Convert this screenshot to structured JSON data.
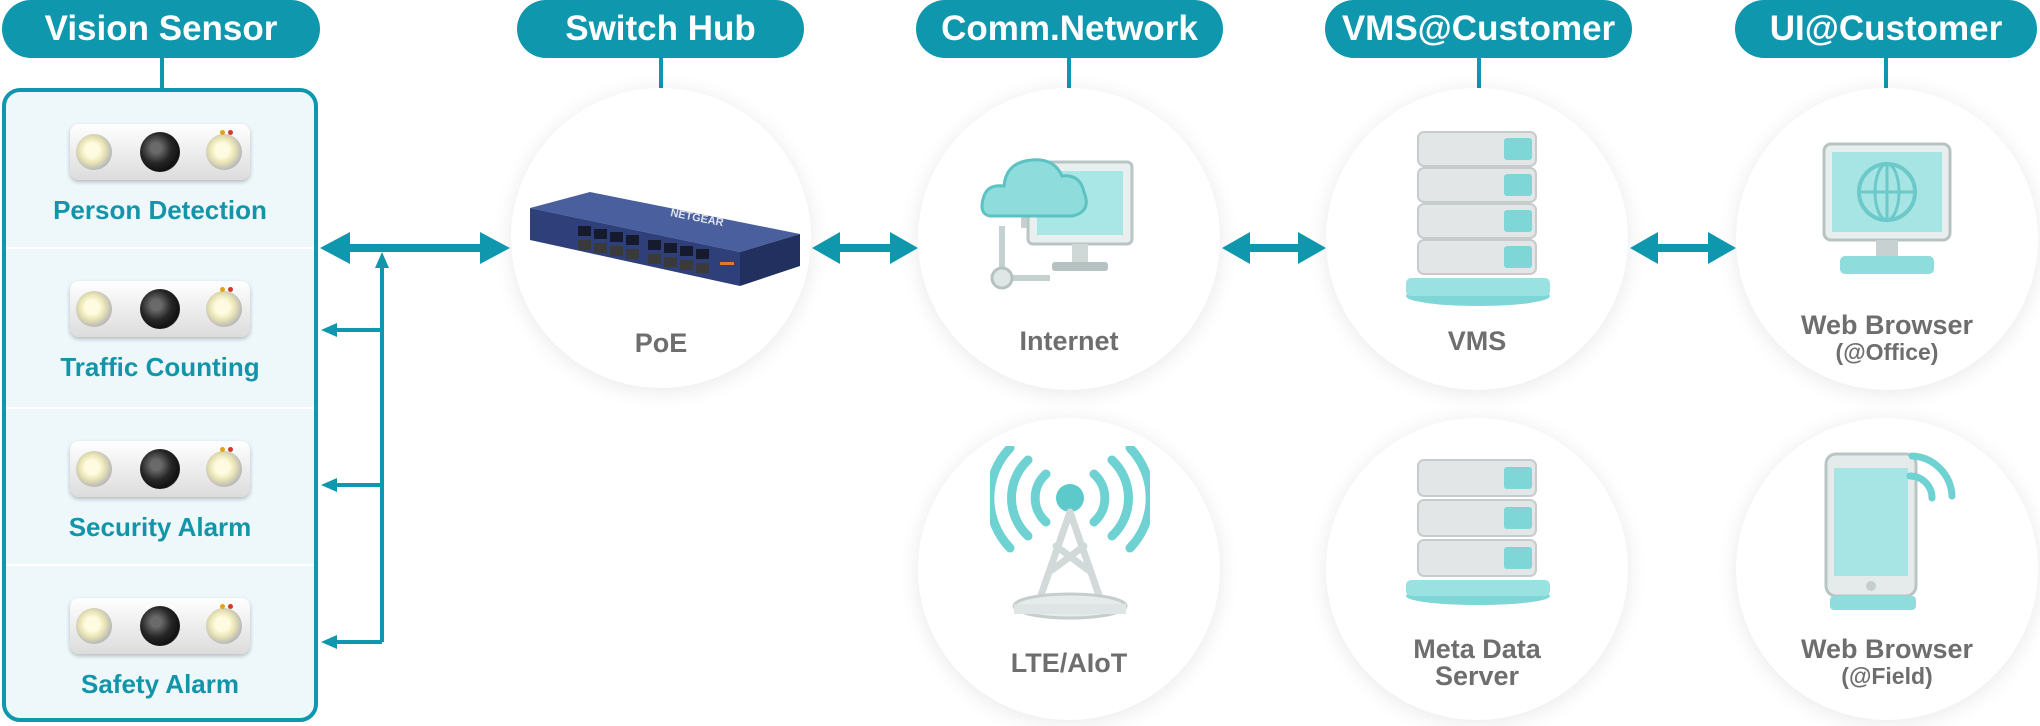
{
  "columns": {
    "vision_sensor": "Vision Sensor",
    "switch_hub": "Switch Hub",
    "comm_network": "Comm.Network",
    "vms_customer": "VMS@Customer",
    "ui_customer": "UI@Customer"
  },
  "sensors": [
    {
      "label": "Person Detection"
    },
    {
      "label": "Traffic Counting"
    },
    {
      "label": "Security Alarm"
    },
    {
      "label": "Safety Alarm"
    }
  ],
  "nodes": {
    "poe": "PoE",
    "internet": "Internet",
    "lte": "LTE/AIoT",
    "vms": "VMS",
    "meta_line1": "Meta Data",
    "meta_line2": "Server",
    "web_office_line1": "Web Browser",
    "web_office_line2": "(@Office)",
    "web_field_line1": "Web Browser",
    "web_field_line2": "(@Field)"
  },
  "switch_brand": "NETGEAR",
  "colors": {
    "accent": "#0f97ad",
    "sensor_text": "#1394a8",
    "label_gray": "#6e6e6e",
    "icon_teal": "#7fd6d6"
  }
}
